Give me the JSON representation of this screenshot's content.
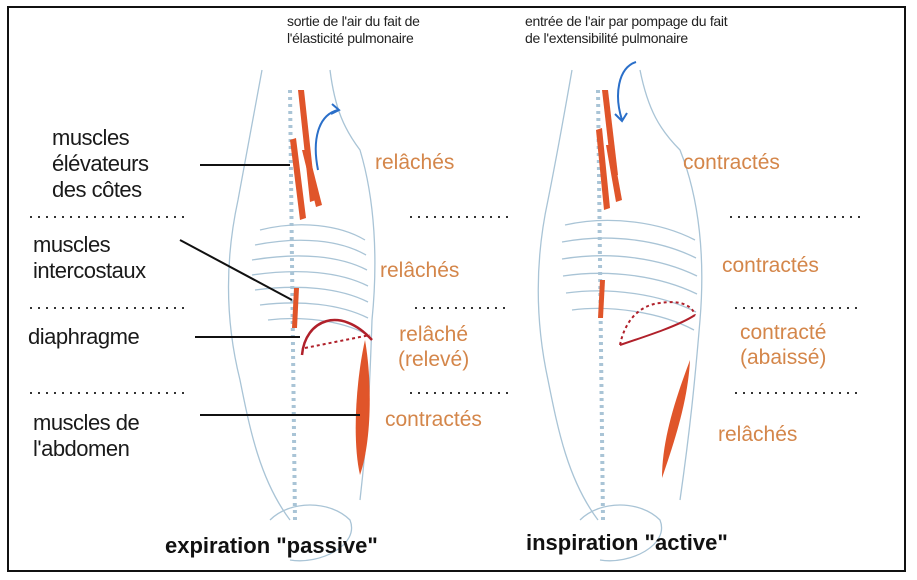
{
  "notes": {
    "expiration": [
      "sortie de l'air du fait de",
      "l'élasticité pulmonaire"
    ],
    "inspiration": [
      "entrée de l'air par pompage du fait",
      "de l'extensibilité pulmonaire"
    ]
  },
  "muscles": [
    {
      "label": [
        "muscles",
        "élévateurs",
        "des côtes"
      ],
      "expiration": [
        "relâchés"
      ],
      "inspiration": [
        "contractés"
      ]
    },
    {
      "label": [
        "muscles",
        "intercostaux"
      ],
      "expiration": [
        "relâchés"
      ],
      "inspiration": [
        "contractés"
      ]
    },
    {
      "label": [
        "diaphragme"
      ],
      "expiration": [
        "relâché",
        "(relevé)"
      ],
      "inspiration": [
        "contracté",
        "(abaissé)"
      ]
    },
    {
      "label": [
        "muscles de",
        "l'abdomen"
      ],
      "expiration": [
        "contractés"
      ],
      "inspiration": [
        "relâchés"
      ]
    }
  ],
  "titles": {
    "expiration": "expiration \"passive\"",
    "inspiration": "inspiration \"active\""
  },
  "colors": {
    "state_text": "#d4864a",
    "muscle": "#e0552a",
    "bone": "#a9c4d6",
    "air_arrow": "#2a6fc9",
    "diaphragm": "#b0202a"
  }
}
